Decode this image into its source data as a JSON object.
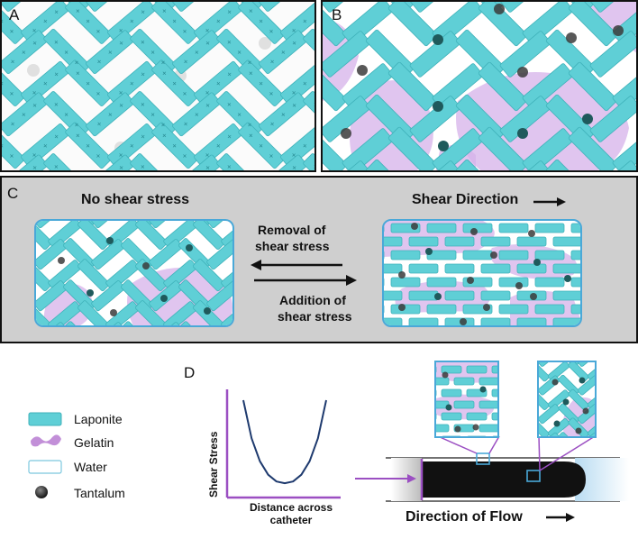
{
  "panels": {
    "a": {
      "label": "A"
    },
    "b": {
      "label": "B"
    },
    "c": {
      "label": "C",
      "left_title": "No shear stress",
      "right_title": "Shear Direction",
      "removal_line1": "Removal of",
      "removal_line2": "shear stress",
      "addition_line1": "Addition of",
      "addition_line2": "shear stress"
    },
    "d": {
      "label": "D",
      "flow_label": "Direction of Flow"
    }
  },
  "legend": {
    "items": [
      {
        "label": "Laponite",
        "color": "#5fcfd6"
      },
      {
        "label": "Gelatin",
        "color": "#c28fd8"
      },
      {
        "label": "Water",
        "color": "#ffffff"
      },
      {
        "label": "Tantalum",
        "color": "#3a3a3a"
      }
    ]
  },
  "chart_data": {
    "type": "line",
    "title": "",
    "xlabel": "Distance across catheter",
    "ylabel": "Shear Stress",
    "x": [
      0,
      0.1,
      0.2,
      0.3,
      0.4,
      0.5,
      0.6,
      0.7,
      0.8,
      0.9,
      1.0
    ],
    "series": [
      {
        "values": [
          1.0,
          0.55,
          0.28,
          0.12,
          0.04,
          0.02,
          0.04,
          0.12,
          0.28,
          0.55,
          1.0
        ]
      }
    ],
    "color": "#1e3a6e",
    "axis_color": "#9b4fc2"
  },
  "colors": {
    "laponite": "#5fcfd6",
    "laponite_edge": "#3fb2ba",
    "gelatin": "#d6b2ea",
    "tantalum": "#3b3b3b",
    "tantalum_teal": "#1f5a5c",
    "panel_c_bg": "#cfcfcf",
    "frame_blue": "#4aa8d8",
    "purple": "#9b4fc2"
  }
}
